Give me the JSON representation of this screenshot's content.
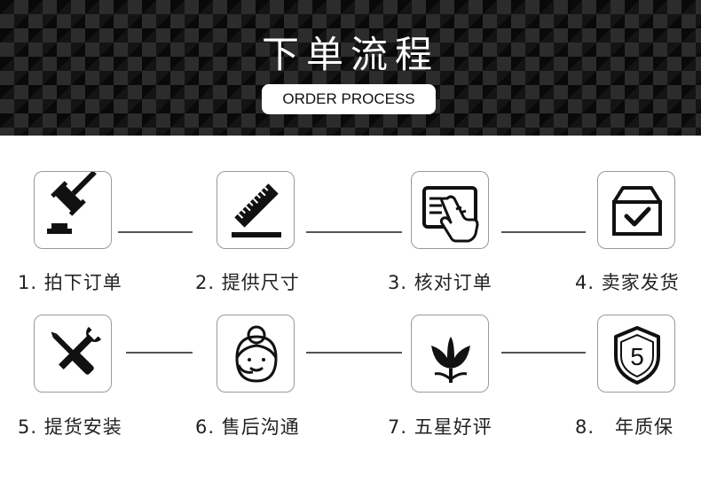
{
  "header": {
    "title": "下单流程",
    "subtitle": "ORDER PROCESS"
  },
  "steps": [
    {
      "label": "1. 拍下订单",
      "icon": "gavel-icon"
    },
    {
      "label": "2. 提供尺寸",
      "icon": "ruler-icon"
    },
    {
      "label": "3. 核对订单",
      "icon": "hand-touch-icon"
    },
    {
      "label": "4. 卖家发货",
      "icon": "box-check-icon"
    },
    {
      "label": "5. 提货安装",
      "icon": "tools-icon"
    },
    {
      "label": "6. 售后沟通",
      "icon": "headset-agent-icon"
    },
    {
      "label": "7. 五星好评",
      "icon": "flower-icon"
    },
    {
      "label": "8.   年质保",
      "icon": "shield-5-icon"
    }
  ],
  "colors": {
    "banner": "#141414",
    "icon": "#111111",
    "line": "#555555",
    "border": "#9a9a9a"
  }
}
